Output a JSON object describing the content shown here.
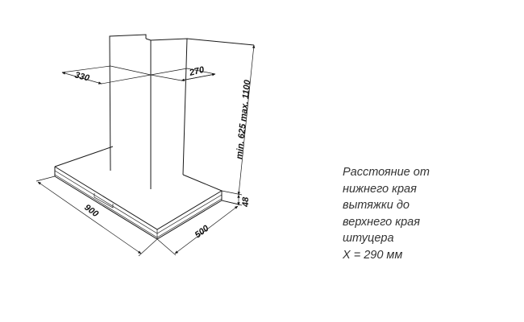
{
  "dimensions": {
    "chimney_width": "330",
    "chimney_depth": "270",
    "height_range": "min. 625 max. 1100",
    "hood_thickness": "48",
    "hood_width": "900",
    "hood_depth": "500"
  },
  "note": {
    "lines": [
      "Расстояние от",
      "нижнего края",
      "вытяжки до",
      "верхнего края",
      "штуцера",
      "X = 290 мм"
    ]
  },
  "colors": {
    "line": "#1a1a1a",
    "note_text": "#333333"
  }
}
